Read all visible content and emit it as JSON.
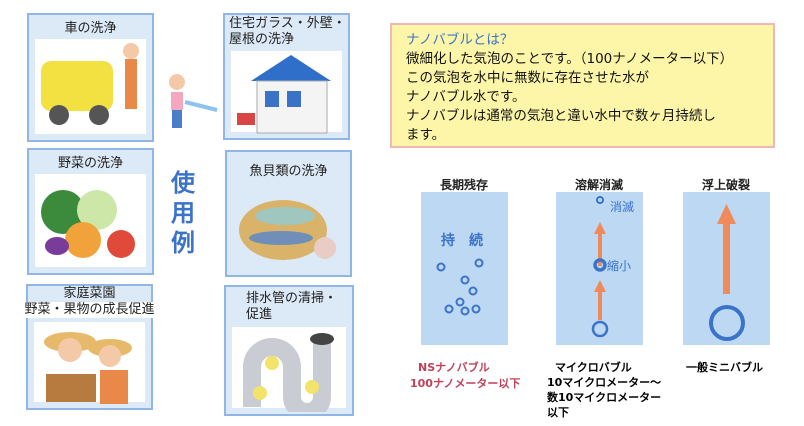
{
  "uses_heading": "使用例",
  "cards": [
    {
      "label": "車の洗浄"
    },
    {
      "label_line1": "住宅ガラス・外壁・",
      "label_line2": "屋根の洗浄"
    },
    {
      "label": "野菜の洗浄"
    },
    {
      "label": "魚貝類の洗浄"
    },
    {
      "label_line1": "家庭菜園",
      "label_line2": "野菜・果物の成長促進"
    },
    {
      "label_line1": "排水管の清掃・",
      "label_line2": "促進"
    }
  ],
  "info": {
    "title": "ナノバブルとは？",
    "lines": [
      "微細化した気泡のことです。（100ナノメーター以下）",
      "この気泡を水中に無数に存在させた水が",
      "ナノバブル水です。",
      "ナノバブルは通常の気泡と違い水中で数ヶ月持続し",
      "ます。"
    ]
  },
  "panels": [
    {
      "title": "長期残存",
      "inner": "持　続",
      "caption_line1": "NSナノバブル",
      "caption_line2": "100ナノメーター以下",
      "caption_color": "#c0405a"
    },
    {
      "title": "溶解消滅",
      "label_top": "消滅",
      "label_mid": "縮小",
      "caption_line1": "マイクロバブル",
      "caption_line2": "10マイクロメーター～",
      "caption_line3": "数10マイクロメーター",
      "caption_line4": "以下"
    },
    {
      "title": "浮上破裂",
      "caption_line1": "一般ミニバブル"
    }
  ],
  "colors": {
    "bubble": "#3b73c9",
    "arrow": "#f08a5a",
    "panel": "#bcd8f2"
  }
}
